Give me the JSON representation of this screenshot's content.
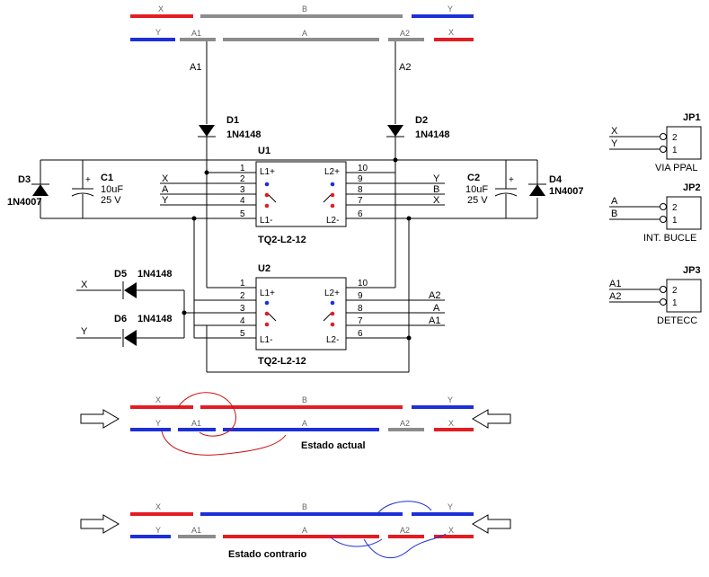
{
  "rails_top": {
    "row1": [
      "X",
      "B",
      "Y"
    ],
    "row2": [
      "Y",
      "A1",
      "A",
      "A2",
      "X"
    ],
    "wire_labels": [
      "A1",
      "A2"
    ]
  },
  "diodes": {
    "d1": {
      "ref": "D1",
      "part": "1N4148"
    },
    "d2": {
      "ref": "D2",
      "part": "1N4148"
    },
    "d3": {
      "ref": "D3",
      "part": "1N4007"
    },
    "d4": {
      "ref": "D4",
      "part": "1N4007"
    },
    "d5": {
      "ref": "D5",
      "part": "1N4148"
    },
    "d6": {
      "ref": "D6",
      "part": "1N4148"
    }
  },
  "caps": {
    "c1": {
      "ref": "C1",
      "value": "10uF",
      "volt": "25 V"
    },
    "c2": {
      "ref": "C2",
      "value": "10uF",
      "volt": "25 V"
    }
  },
  "relays": {
    "u1": {
      "ref": "U1",
      "part": "TQ2-L2-12"
    },
    "u2": {
      "ref": "U2",
      "part": "TQ2-L2-12"
    },
    "pin_left": [
      "1",
      "2",
      "3",
      "4",
      "5"
    ],
    "pin_right": [
      "10",
      "9",
      "8",
      "7",
      "6"
    ],
    "coil": [
      "L1+",
      "L2+",
      "L1-",
      "L2-"
    ]
  },
  "u1_signals": {
    "left": [
      "X",
      "A",
      "Y"
    ],
    "right": [
      "Y",
      "B",
      "X"
    ]
  },
  "u2_signals": {
    "right": [
      "A2",
      "A",
      "A1"
    ]
  },
  "d_inputs": {
    "d5": "X",
    "d6": "Y"
  },
  "jumpers": {
    "jp1": {
      "ref": "JP1",
      "name": "VIA PPAL",
      "sig": [
        "X",
        "Y"
      ],
      "pins": [
        "2",
        "1"
      ]
    },
    "jp2": {
      "ref": "JP2",
      "name": "INT. BUCLE",
      "sig": [
        "A",
        "B"
      ],
      "pins": [
        "2",
        "1"
      ]
    },
    "jp3": {
      "ref": "JP3",
      "name": "DETECC",
      "sig": [
        "A1",
        "A2"
      ],
      "pins": [
        "2",
        "1"
      ]
    }
  },
  "states": {
    "actual": {
      "title": "Estado actual",
      "row1": [
        "X",
        "B",
        "Y"
      ],
      "row2": [
        "Y",
        "A1",
        "A",
        "A2",
        "X"
      ]
    },
    "contrario": {
      "title": "Estado contrario",
      "row1": [
        "X",
        "B",
        "Y"
      ],
      "row2": [
        "Y",
        "A1",
        "A",
        "A2",
        "X"
      ]
    }
  },
  "colors": {
    "red": "#e31c24",
    "blue": "#1c2fd8",
    "gray": "#8c8c8c",
    "wire": "#000000",
    "loop_red": "#cc1111",
    "loop_blue": "#1c2fd8"
  }
}
